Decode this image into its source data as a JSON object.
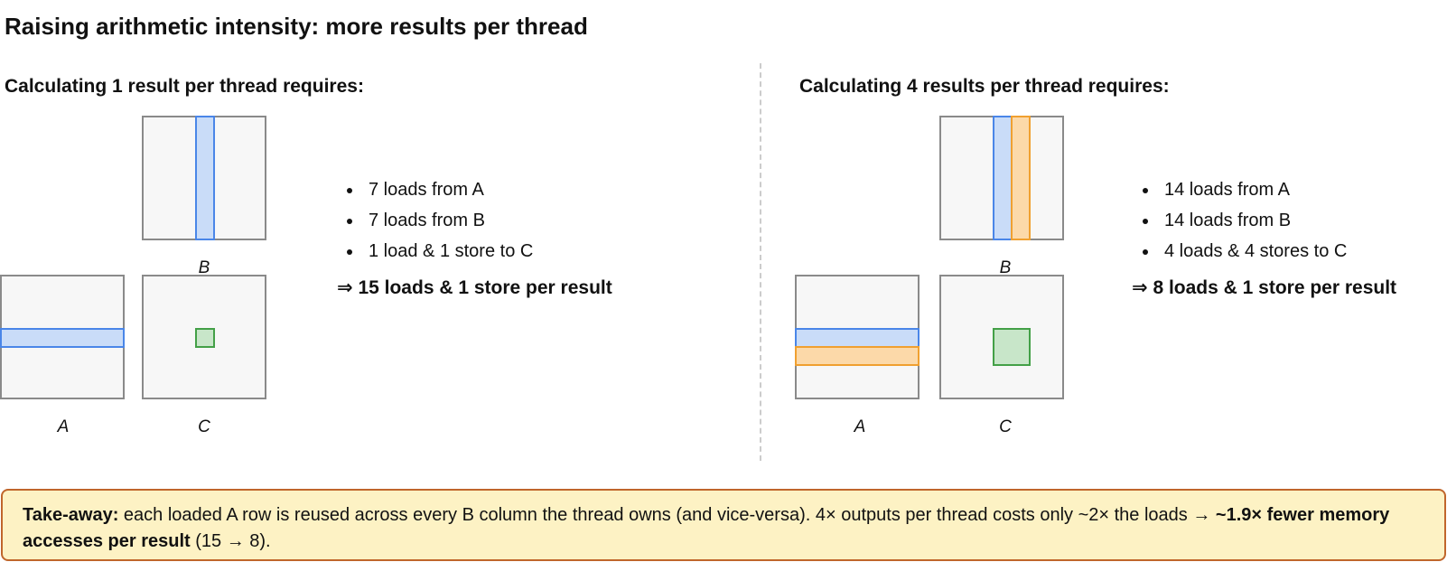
{
  "title": "Raising arithmetic intensity: more results per thread",
  "left_panel": {
    "heading": "Calculating 1 result per thread requires:",
    "labels": {
      "a": "A",
      "b": "B",
      "c": "C"
    },
    "bullets": [
      "7 loads from A",
      "7 loads from B",
      "1 load & 1 store to C"
    ],
    "arrow": "⇒",
    "result": "15 loads & 1 store per result"
  },
  "right_panel": {
    "heading": "Calculating 4 results per thread requires:",
    "labels": {
      "a": "A",
      "b": "B",
      "c": "C"
    },
    "bullets": [
      "14 loads from A",
      "14 loads from B",
      "4 loads & 4 stores to C"
    ],
    "arrow": "⇒",
    "result": "8 loads & 1 store per result"
  },
  "takeaway": {
    "label": "Take-away:",
    "text_1": " each loaded A row is reused across every B column the thread owns (and vice-versa). 4× outputs per thread costs only ~2× the loads → ",
    "bold": "~1.9× fewer memory accesses per result",
    "text_2": " (15 → 8)."
  },
  "colors": {
    "matrix_fill": "#f7f7f7",
    "matrix_border": "#8a8a8a",
    "blue_strip": "#c9dcf8",
    "blue_border": "#4a86e8",
    "orange_strip": "#fcd9a9",
    "orange_border": "#f0a030",
    "green_cell": "#c8e6c9",
    "green_border": "#43a047",
    "takeaway_bg": "#fdf2c4",
    "takeaway_border": "#c0662b"
  }
}
